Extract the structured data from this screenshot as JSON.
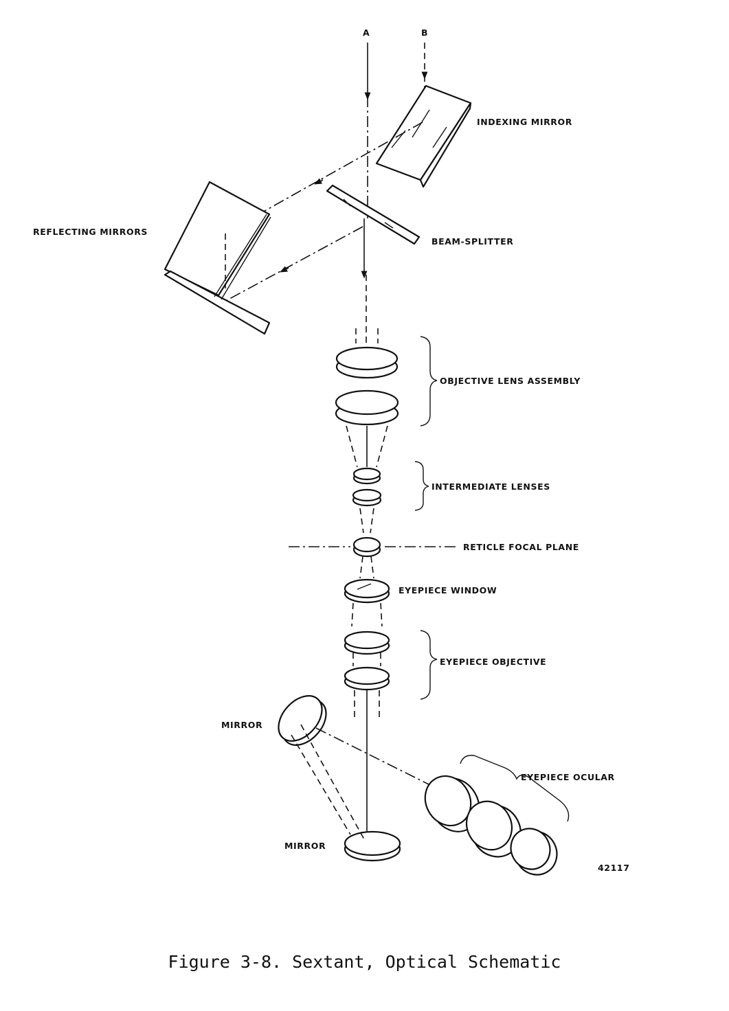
{
  "rays": {
    "a": "A",
    "b": "B"
  },
  "labels": {
    "indexing_mirror": "INDEXING MIRROR",
    "reflecting_mirrors": "REFLECTING MIRRORS",
    "beam_splitter": "BEAM-SPLITTER",
    "objective_lens_assembly": "OBJECTIVE LENS ASSEMBLY",
    "intermediate_lenses": "INTERMEDIATE LENSES",
    "reticle_focal_plane": "RETICLE FOCAL PLANE",
    "eyepiece_window": "EYEPIECE WINDOW",
    "eyepiece_objective": "EYEPIECE OBJECTIVE",
    "mirror_upper": "MIRROR",
    "mirror_lower": "MIRROR",
    "eyepiece_ocular": "EYEPIECE OCULAR"
  },
  "figure_number": "42117",
  "caption": "Figure 3-8. Sextant, Optical Schematic"
}
